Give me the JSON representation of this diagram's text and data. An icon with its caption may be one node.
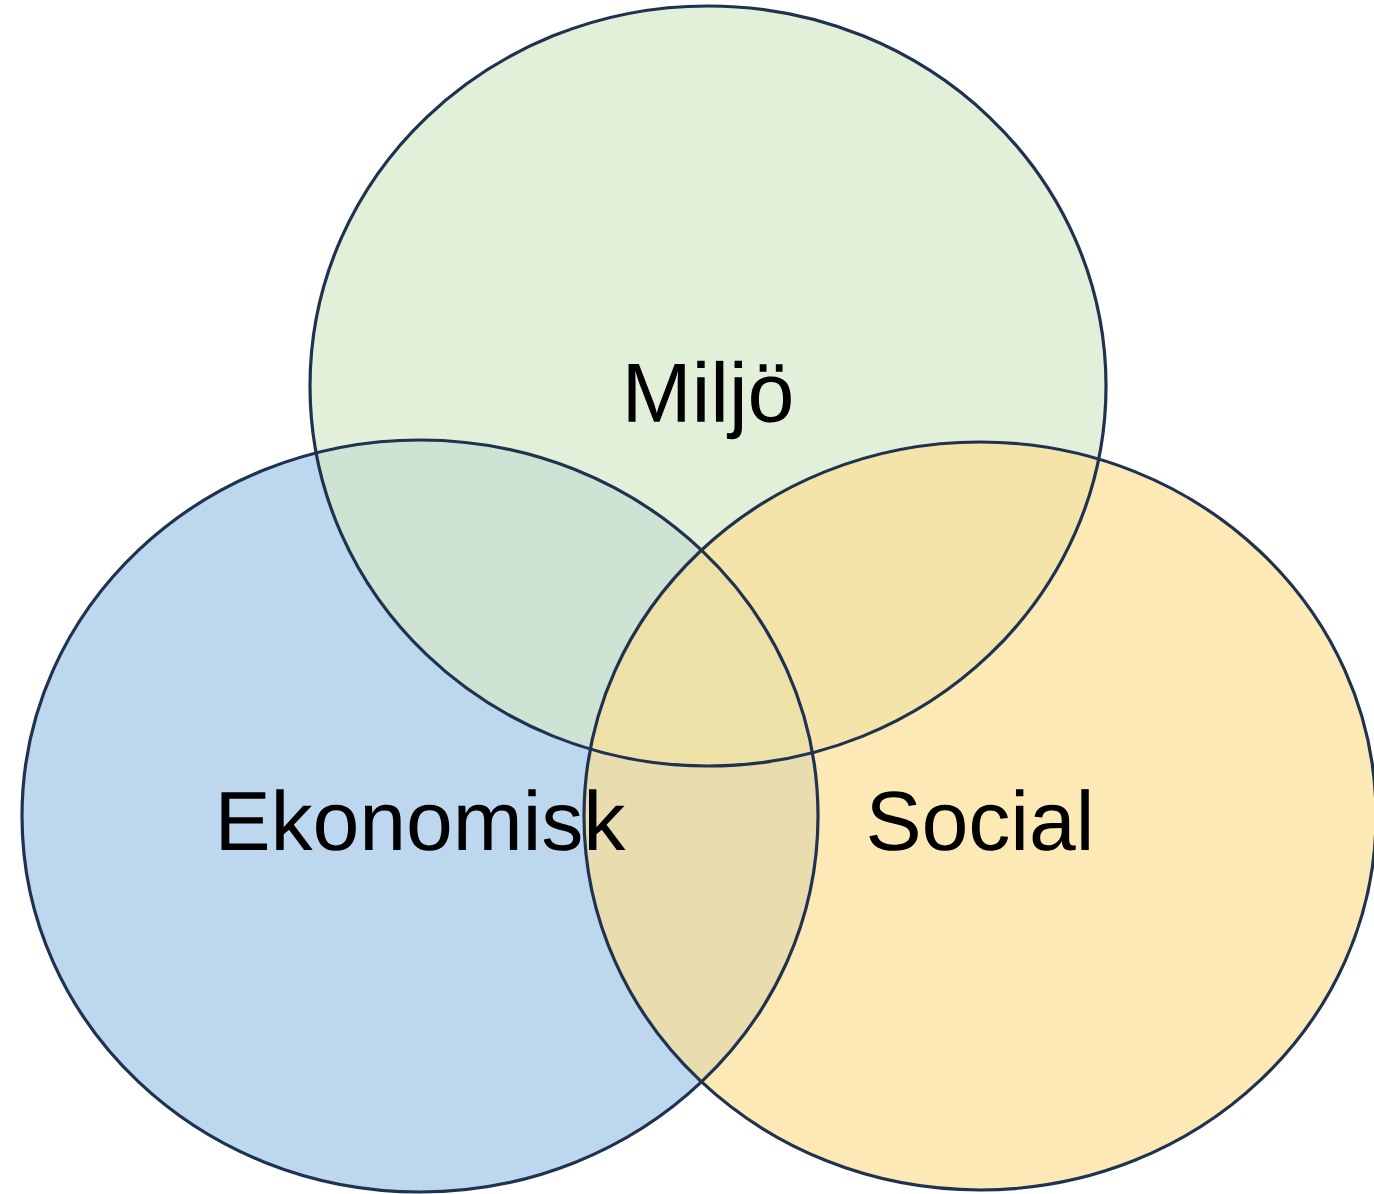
{
  "diagram": {
    "nodes": [
      {
        "text": [
          "Miljö"
        ]
      },
      {
        "text": [
          "Ekonomisk"
        ]
      },
      {
        "text": [
          "Social"
        ]
      }
    ]
  }
}
